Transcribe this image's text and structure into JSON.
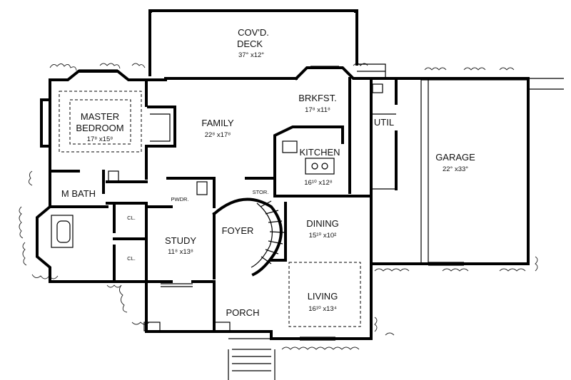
{
  "rooms": {
    "deck": {
      "name_line1": "COV'D.",
      "name_line2": "DECK",
      "dims": "37° x12°"
    },
    "master_bedroom": {
      "name_line1": "MASTER",
      "name_line2": "BEDROOM",
      "dims": "17⁸ x15⁸"
    },
    "family": {
      "name": "FAMILY",
      "dims": "22⁸ x17⁸"
    },
    "breakfast": {
      "name": "BRKFST.",
      "dims": "17⁸ x11⁸"
    },
    "util": {
      "name": "UTIL"
    },
    "kitchen": {
      "name": "KITCHEN",
      "dims": "16¹⁰ x12⁸"
    },
    "garage": {
      "name": "GARAGE",
      "dims": "22° x33°"
    },
    "master_bath": {
      "name": "M BATH"
    },
    "powder": {
      "name": "PWDR."
    },
    "storage": {
      "name": "STOR."
    },
    "closet_upper": {
      "name": "CL."
    },
    "closet_lower": {
      "name": "CL."
    },
    "foyer": {
      "name": "FOYER"
    },
    "study": {
      "name": "STUDY",
      "dims": "11⁸ x13⁸"
    },
    "dining": {
      "name": "DINING",
      "dims": "15¹⁰ x10²"
    },
    "living": {
      "name": "LIVING",
      "dims": "16¹⁰ x13⁴"
    },
    "porch": {
      "name": "PORCH"
    }
  }
}
